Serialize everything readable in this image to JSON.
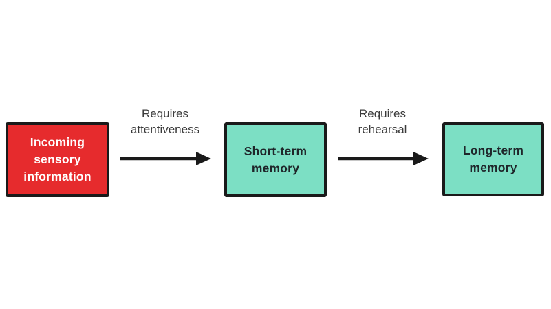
{
  "diagram": {
    "type": "flowchart",
    "direction": "left-to-right",
    "nodes": [
      {
        "id": "incoming-sensory-information",
        "label": "Incoming\nsensory\ninformation",
        "fill": "#e62b2d",
        "text_color": "#ffffff"
      },
      {
        "id": "short-term-memory",
        "label": "Short-term\nmemory",
        "fill": "#7cdfc4",
        "text_color": "#1f262a"
      },
      {
        "id": "long-term-memory",
        "label": "Long-term\nmemory",
        "fill": "#7cdfc4",
        "text_color": "#1f262a"
      }
    ],
    "edges": [
      {
        "from": "incoming-sensory-information",
        "to": "short-term-memory",
        "label": "Requires\nattentiveness"
      },
      {
        "from": "short-term-memory",
        "to": "long-term-memory",
        "label": "Requires\nrehearsal"
      }
    ]
  },
  "colors": {
    "background": "#ffffff",
    "node_border": "#1a1a1a",
    "arrow": "#1a1a1a",
    "edge_label_text": "#3b3b3b",
    "red_node_fill": "#e62b2d",
    "teal_node_fill": "#7cdfc4",
    "light_text": "#ffffff",
    "dark_text": "#1f262a"
  }
}
